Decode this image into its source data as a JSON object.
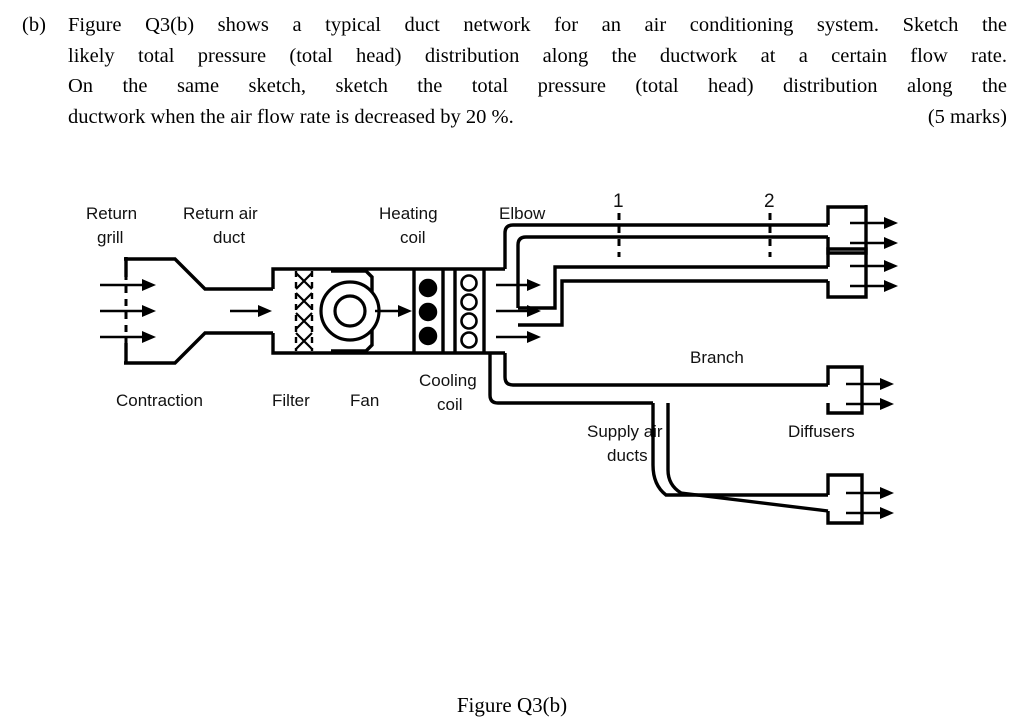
{
  "question": {
    "label": "(b)",
    "lines": [
      "Figure Q3(b) shows a typical duct network for an air conditioning system. Sketch the",
      "likely total pressure (total head) distribution along the ductwork at a certain flow rate.",
      "On the same sketch, sketch the total pressure (total head) distribution along the",
      "ductwork when the air flow rate is decreased by 20 %."
    ],
    "marks": "(5 marks)"
  },
  "figure": {
    "caption": "Figure Q3(b)",
    "labels": {
      "return_grill": "Return\ngrill",
      "return_grill_l1": "Return",
      "return_grill_l2": "grill",
      "return_air_duct_l1": "Return air",
      "return_air_duct_l2": "duct",
      "heating_coil_l1": "Heating",
      "heating_coil_l2": "coil",
      "elbow": "Elbow",
      "contraction": "Contraction",
      "filter": "Filter",
      "fan": "Fan",
      "cooling_coil_l1": "Cooling",
      "cooling_coil_l2": "coil",
      "branch": "Branch",
      "supply_air_ducts_l1": "Supply air",
      "supply_air_ducts_l2": "ducts",
      "diffusers": "Diffusers"
    },
    "section_markers": [
      "1",
      "2"
    ],
    "components": [
      "return-grill",
      "contraction",
      "return-air-duct",
      "filter",
      "fan",
      "heating-coil",
      "cooling-coil",
      "elbow",
      "supply-air-ducts",
      "branch",
      "diffusers"
    ],
    "counts": {
      "heating_coil_elements": 3,
      "cooling_coil_elements": 4,
      "return_grill_arrows": 3,
      "diffuser_units": 4,
      "diffuser_arrows_each": 2,
      "plenum_outlet_arrows": 3
    },
    "colors": {
      "line": "#000000",
      "background": "#ffffff",
      "text": "#111111"
    }
  }
}
